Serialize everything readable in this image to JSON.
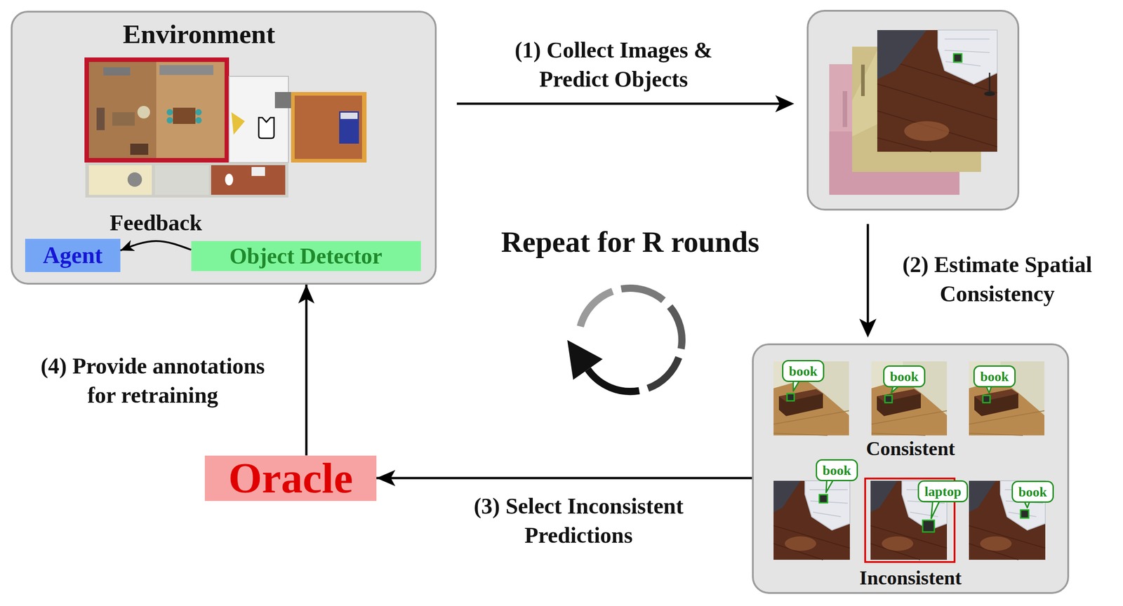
{
  "diagram": {
    "nodes": [
      {
        "text": [
          "Environment"
        ]
      },
      {
        "text": [
          "Agent"
        ],
        "in": 0
      },
      {
        "text": [
          "Object Detector"
        ],
        "in": 0
      },
      {
        "text": [
          "Consistent",
          "Inconsistent"
        ]
      },
      {
        "text": [
          "book"
        ],
        "in": 3
      },
      {
        "text": [
          "book"
        ],
        "in": 3
      },
      {
        "text": [
          "book"
        ],
        "in": 3
      },
      {
        "text": [
          "book"
        ],
        "in": 3
      },
      {
        "text": [
          "laptop"
        ],
        "in": 3
      },
      {
        "text": [
          "book"
        ],
        "in": 3
      },
      {
        "text": [
          "Oracle"
        ]
      }
    ],
    "edges": [
      {
        "from": 2,
        "to": 1,
        "arrow": "to",
        "label": "Feedback"
      },
      {
        "from": 3,
        "to": 10,
        "arrow": "to",
        "label": "(3) Select Inconsistent Predictions"
      },
      {
        "from": 10,
        "to": 0,
        "arrow": "to",
        "label": "(4) Provide annotations for retraining"
      }
    ],
    "labels": [
      "(1) Collect Images & Predict Objects",
      "(2) Estimate Spatial Consistency",
      "Repeat for R rounds"
    ]
  }
}
